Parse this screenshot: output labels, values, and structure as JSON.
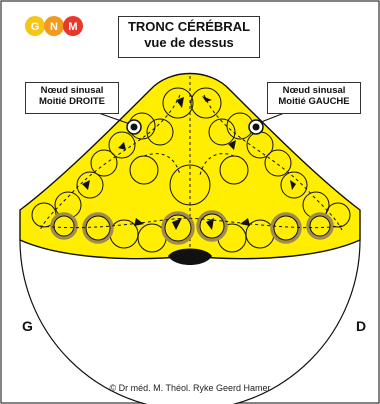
{
  "logo": {
    "letters": [
      "G",
      "N",
      "M"
    ],
    "colors": [
      "#f5c518",
      "#f39a1e",
      "#e8372b"
    ]
  },
  "title": {
    "line1": "TRONC CÉRÉBRAL",
    "line2": "vue de dessus"
  },
  "labels": {
    "left_line1": "Nœud sinusal",
    "left_line2": "Moitié DROITE",
    "right_line1": "Nœud sinusal",
    "right_line2": "Moitié GAUCHE"
  },
  "sides": {
    "left": "G",
    "right": "D"
  },
  "copyright": "© Dr méd. M. Théol. Ryke Geerd Hamer",
  "colors": {
    "brainstem_fill": "#ffee00",
    "relay_ring": "#a08c50",
    "outline": "#111111"
  }
}
